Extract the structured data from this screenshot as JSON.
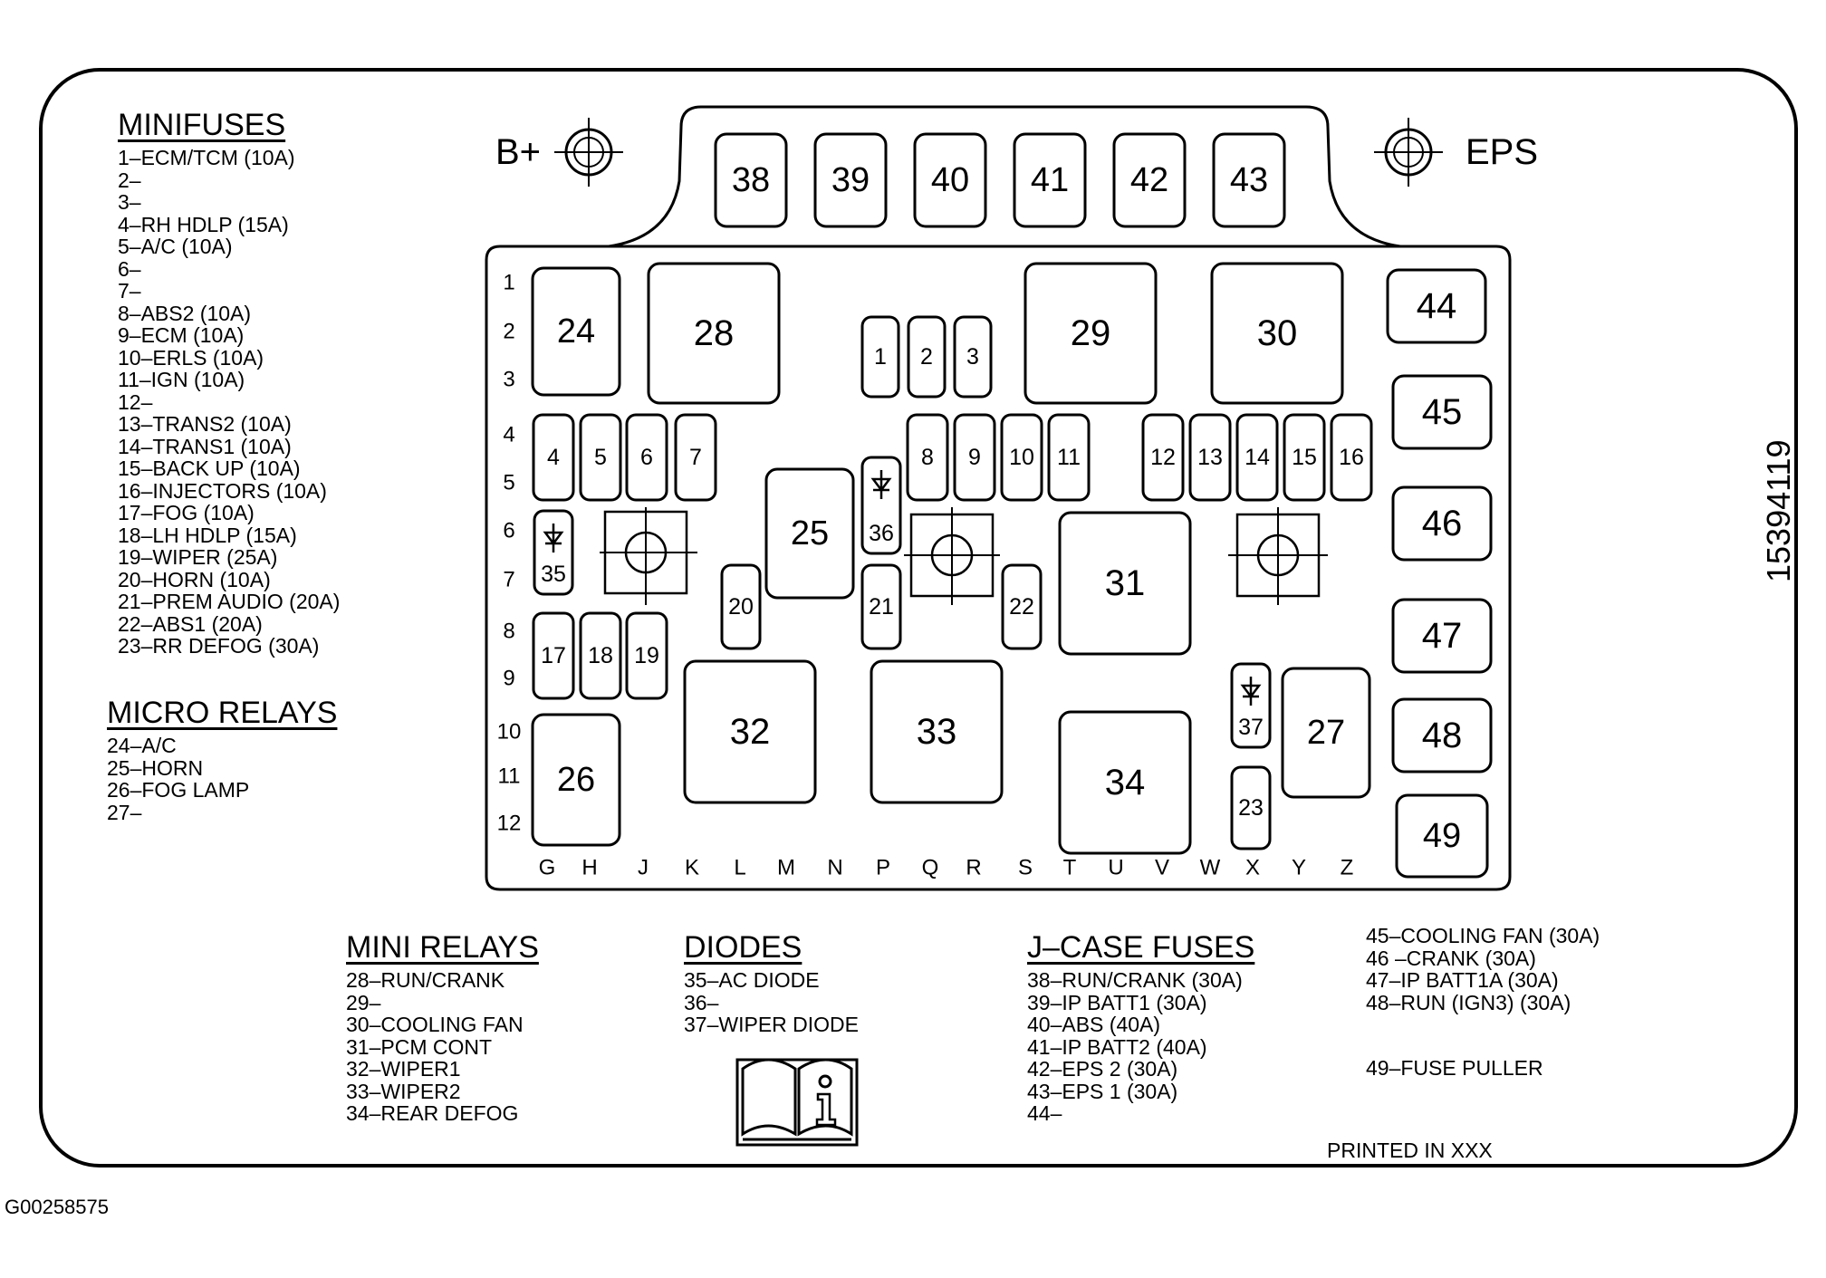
{
  "labels": {
    "b_plus": "B+",
    "eps": "EPS",
    "part_number": "15394119",
    "printed_in": "PRINTED IN XXX",
    "figure_id": "G00258575"
  },
  "rows": [
    "1",
    "2",
    "3",
    "4",
    "5",
    "6",
    "7",
    "8",
    "9",
    "10",
    "11",
    "12"
  ],
  "columns": [
    "G",
    "H",
    "J",
    "K",
    "L",
    "M",
    "N",
    "P",
    "Q",
    "R",
    "S",
    "T",
    "U",
    "V",
    "W",
    "X",
    "Y",
    "Z"
  ],
  "slots": [
    "38",
    "39",
    "40",
    "41",
    "42",
    "43",
    "44",
    "45",
    "46",
    "47",
    "48",
    "49",
    "24",
    "28",
    "29",
    "30",
    "1",
    "2",
    "3",
    "4",
    "5",
    "6",
    "7",
    "8",
    "9",
    "10",
    "11",
    "12",
    "13",
    "14",
    "15",
    "16",
    "35",
    "36",
    "37",
    "25",
    "20",
    "21",
    "22",
    "31",
    "17",
    "18",
    "19",
    "26",
    "32",
    "33",
    "34",
    "27",
    "23"
  ],
  "legend": {
    "minifuses": {
      "title": "MINIFUSES",
      "items": [
        "1–ECM/TCM (10A)",
        "2–",
        "3–",
        "4–RH HDLP (15A)",
        "5–A/C (10A)",
        "6–",
        "7–",
        "8–ABS2 (10A)",
        "9–ECM (10A)",
        "10–ERLS (10A)",
        "11–IGN (10A)",
        "12–",
        "13–TRANS2 (10A)",
        "14–TRANS1 (10A)",
        "15–BACK UP (10A)",
        "16–INJECTORS (10A)",
        "17–FOG (10A)",
        "18–LH HDLP (15A)",
        "19–WIPER (25A)",
        "20–HORN (10A)",
        "21–PREM AUDIO (20A)",
        "22–ABS1 (20A)",
        "23–RR DEFOG (30A)"
      ]
    },
    "micro_relays": {
      "title": "MICRO RELAYS",
      "items": [
        "24–A/C",
        "25–HORN",
        "26–FOG LAMP",
        "27–"
      ]
    },
    "mini_relays": {
      "title": "MINI RELAYS",
      "items": [
        "28–RUN/CRANK",
        "29–",
        "30–COOLING FAN",
        "31–PCM CONT",
        "32–WIPER1",
        "33–WIPER2",
        "34–REAR DEFOG"
      ]
    },
    "diodes": {
      "title": "DIODES",
      "items": [
        "35–AC DIODE",
        "36–",
        "37–WIPER DIODE"
      ]
    },
    "jcase_fuses": {
      "title": "J–CASE FUSES",
      "items": [
        "38–RUN/CRANK (30A)",
        "39–IP BATT1 (30A)",
        "40–ABS (40A)",
        "41–IP BATT2 (40A)",
        "42–EPS 2 (30A)",
        "43–EPS 1 (30A)",
        "44–"
      ]
    },
    "jcase_fuses_cont": {
      "items": [
        "45–COOLING FAN (30A)",
        "46 –CRANK (30A)",
        "47–IP BATT1A (30A)",
        "48–RUN (IGN3) (30A)"
      ]
    },
    "fuse_puller": "49–FUSE PULLER"
  },
  "icons": [
    "target-icon",
    "manual-info-icon",
    "diode-icon"
  ]
}
